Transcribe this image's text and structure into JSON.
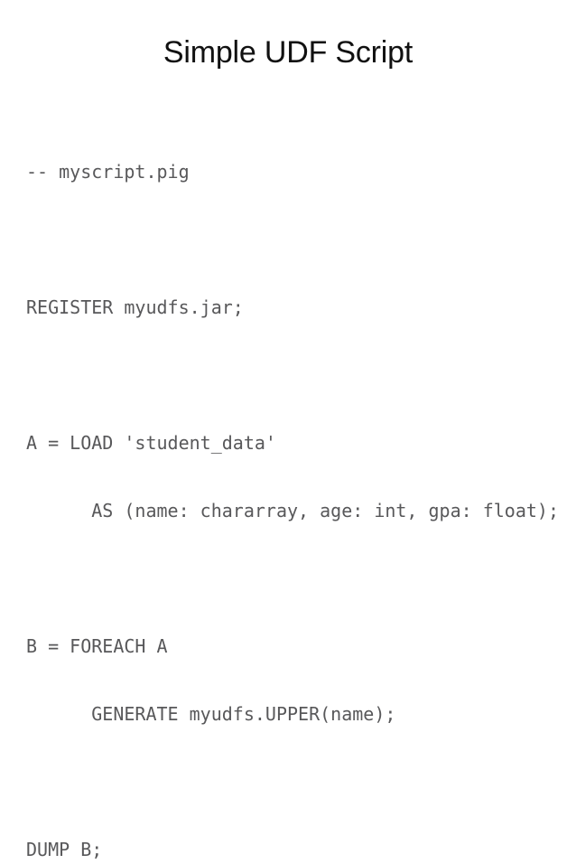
{
  "slide": {
    "title": "Simple UDF Script",
    "background_color": "#ffffff",
    "title_color": "#111111",
    "code_color": "#58585a",
    "code_lines": [
      "-- myscript.pig",
      "",
      "REGISTER myudfs.jar;",
      "",
      "A = LOAD 'student_data'",
      "      AS (name: chararray, age: int, gpa: float);",
      "",
      "B = FOREACH A",
      "      GENERATE myudfs.UPPER(name);",
      "",
      "DUMP B;"
    ]
  }
}
